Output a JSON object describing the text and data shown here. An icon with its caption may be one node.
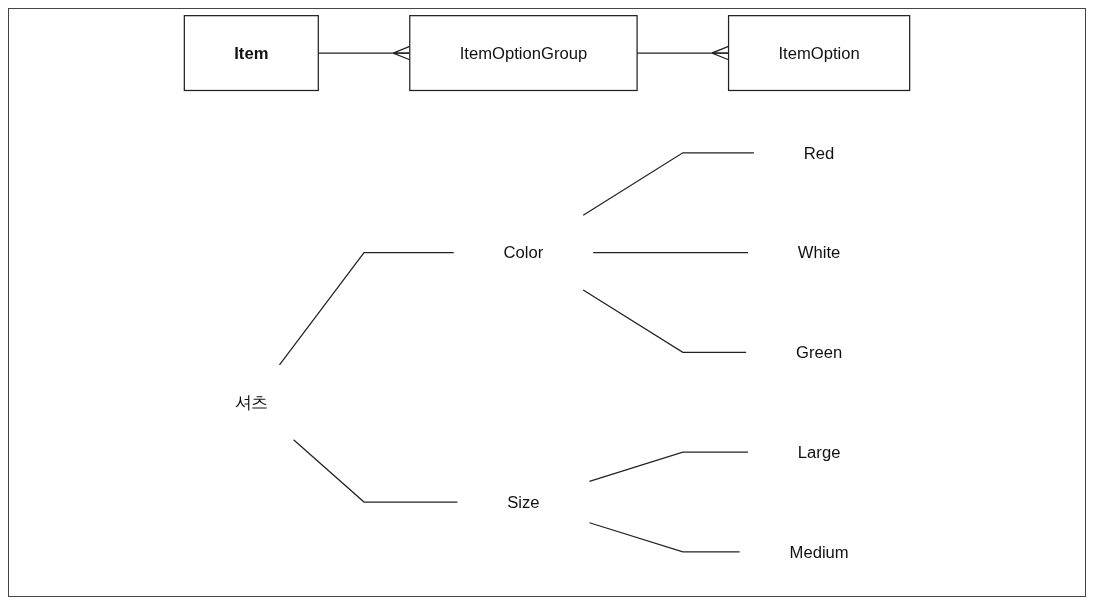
{
  "diagram": {
    "nodes": [
      {
        "text": [
          "Item"
        ]
      },
      {
        "text": [
          "ItemOptionGroup"
        ]
      },
      {
        "text": [
          "ItemOption"
        ]
      },
      {
        "text": [
          "셔츠"
        ]
      },
      {
        "text": [
          "Color"
        ]
      },
      {
        "text": [
          "Size"
        ]
      },
      {
        "text": [
          "Red"
        ]
      },
      {
        "text": [
          "White"
        ]
      },
      {
        "text": [
          "Green"
        ]
      },
      {
        "text": [
          "Large"
        ]
      },
      {
        "text": [
          "Medium"
        ]
      }
    ],
    "edges": [
      {
        "from": 0,
        "to": 1,
        "arrow": "other"
      },
      {
        "from": 1,
        "to": 2,
        "arrow": "other"
      },
      {
        "from": 3,
        "to": 4,
        "arrow": "none"
      },
      {
        "from": 3,
        "to": 5,
        "arrow": "none"
      },
      {
        "from": 4,
        "to": 6,
        "arrow": "none"
      },
      {
        "from": 4,
        "to": 7,
        "arrow": "none"
      },
      {
        "from": 4,
        "to": 8,
        "arrow": "none"
      },
      {
        "from": 5,
        "to": 9,
        "arrow": "none"
      },
      {
        "from": 5,
        "to": 10,
        "arrow": "none"
      }
    ]
  }
}
